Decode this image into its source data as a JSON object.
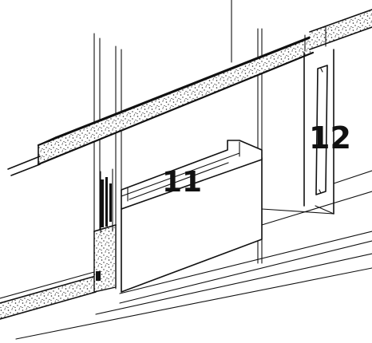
{
  "callouts": [
    {
      "id": "11",
      "label": "11"
    },
    {
      "id": "12",
      "label": "12"
    }
  ],
  "colors": {
    "line": "#111111",
    "background": "#ffffff",
    "stipple": "#222222"
  }
}
